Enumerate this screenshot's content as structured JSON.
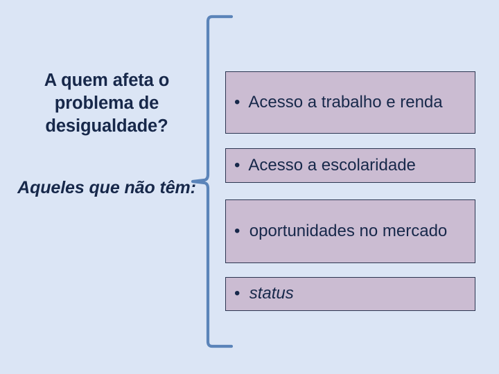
{
  "slide": {
    "background_color": "#dbe5f5",
    "text_color": "#17284a",
    "brace_color": "#5b84b9",
    "box_fill_color": "#cbbcd2",
    "box_border_color": "#2b3550"
  },
  "left": {
    "question": "A quem afeta o problema de desigualdade?",
    "subtitle": "Aqueles que não têm:"
  },
  "items": [
    {
      "bullet": "•",
      "text": "Acesso a trabalho e renda",
      "italic": false
    },
    {
      "bullet": "•",
      "text": "Acesso a escolaridade",
      "italic": false
    },
    {
      "bullet": "•",
      "text": "oportunidades no mercado",
      "italic": false
    },
    {
      "bullet": "•",
      "text": "status",
      "italic": true
    }
  ]
}
